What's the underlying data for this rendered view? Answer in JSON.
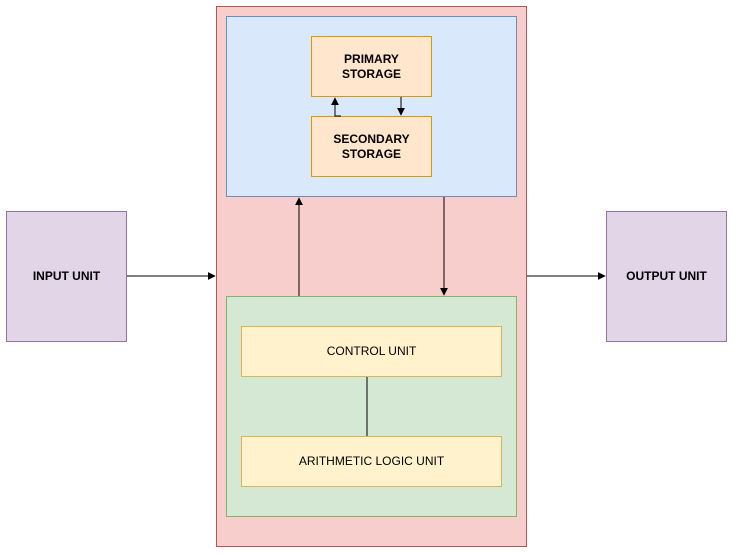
{
  "nodes": {
    "input_unit": "INPUT UNIT",
    "output_unit": "OUTPUT UNIT",
    "primary_storage": "PRIMARY\nSTORAGE",
    "secondary_storage": "SECONDARY\nSTORAGE",
    "control_unit": "CONTROL UNIT",
    "alu": "ARITHMETIC LOGIC UNIT"
  },
  "colors": {
    "input_output_fill": "#e1d5e7",
    "cpu_fill": "#f8cecc",
    "memory_fill": "#dae8fc",
    "processor_fill": "#d5e8d4",
    "storage_fill": "#ffe6cc",
    "unit_fill": "#fff2cc"
  }
}
